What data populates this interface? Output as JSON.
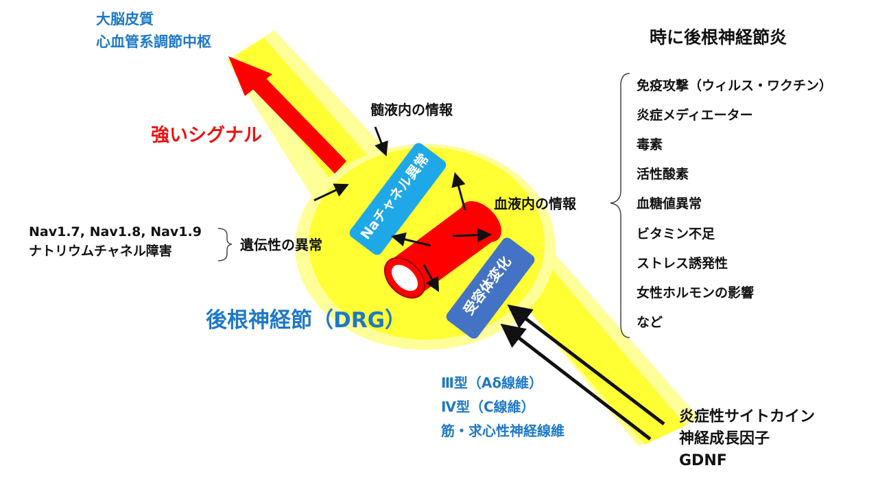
{
  "brain_target": {
    "line1": "大脳皮質",
    "line2": "心血管系調節中枢"
  },
  "strong_signal": "強いシグナル",
  "csf_info": "髄液内の情報",
  "blood_info": "血液内の情報",
  "na_channel_box": "Naチャネル異常",
  "receptor_box": "受容体変化",
  "genetic": {
    "variants": [
      "Nav1.7, Nav1.8, Nav1.9",
      "ナトリウムチャネル障害"
    ],
    "label": "遺伝性の異常"
  },
  "drg_label": "後根神経節（DRG）",
  "ganglionitis": {
    "title": "時に後根神経節炎",
    "items": [
      "免疫攻撃（ウィルス・ワクチン）",
      "炎症メディエーター",
      "毒素",
      "活性酸素",
      "血糖値異常",
      "ビタミン不足",
      "ストレス誘発性",
      "女性ホルモンの影響",
      "など"
    ]
  },
  "fibers": [
    "Ⅲ型（Aδ線維）",
    "Ⅳ型（C線維）",
    "筋・求心性神経線維"
  ],
  "factors": [
    "炎症性サイトカイン",
    "神経成長因子",
    "GDNF"
  ],
  "colors": {
    "nerve_yellow": "#ffff33",
    "ganglion_yellow": "#ffff99",
    "signal_red": "#ff0000",
    "label_blue": "#1e78c8",
    "na_box": "#1ea8e8",
    "receptor_box": "#4472c4"
  }
}
